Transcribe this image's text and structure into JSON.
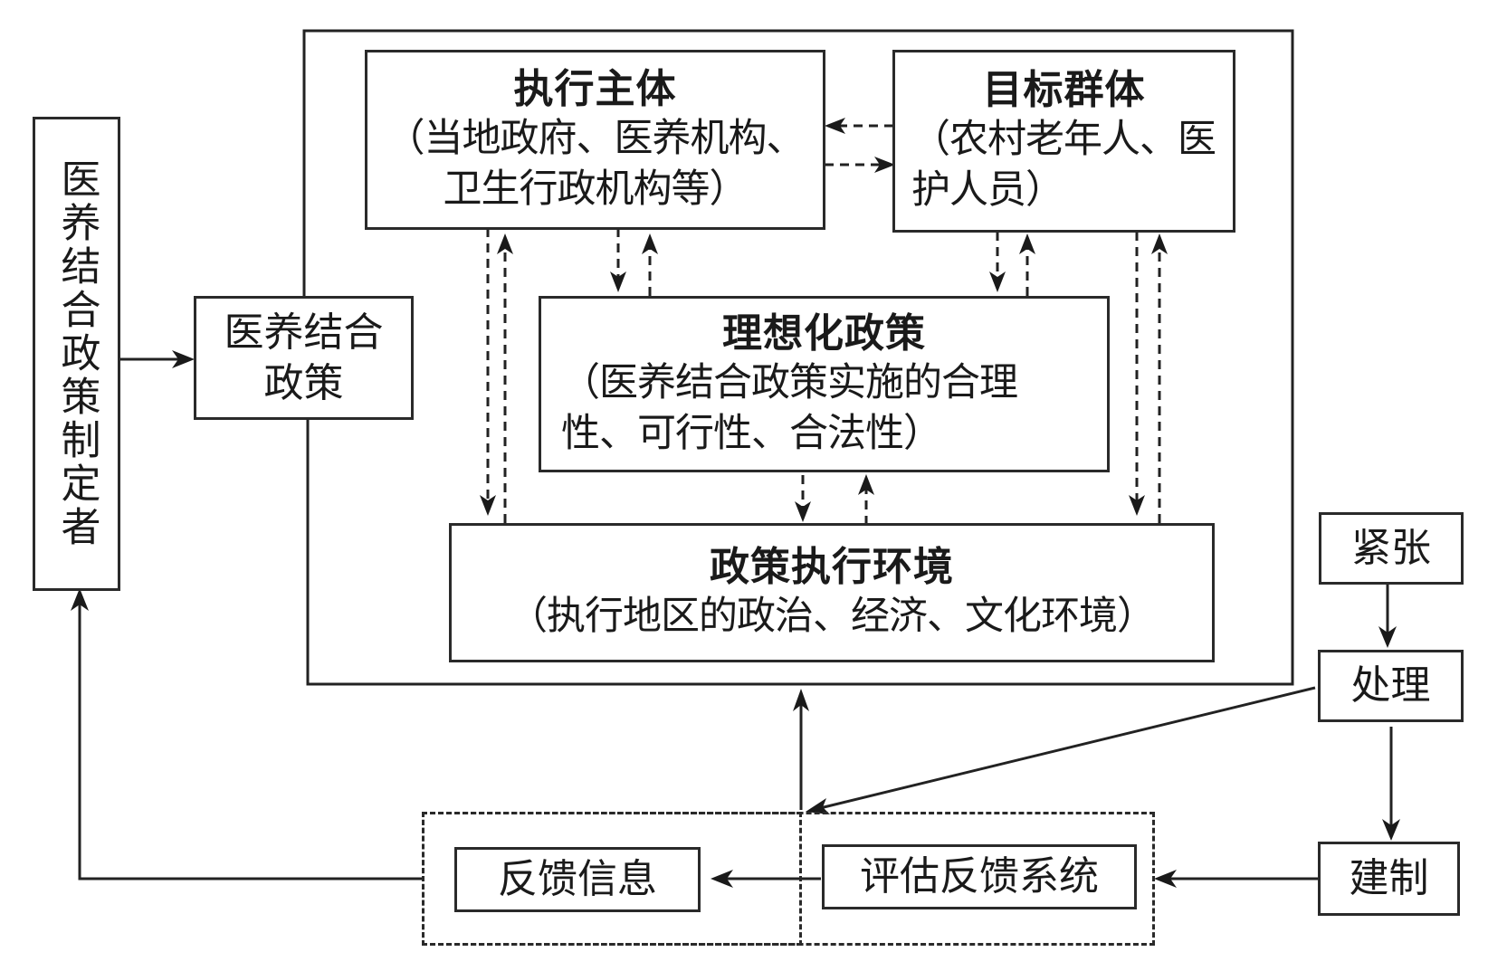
{
  "diagram": {
    "policy_maker": {
      "label": "医养结合政策制定者"
    },
    "policy": {
      "label": "医养结合政策"
    },
    "executor": {
      "title": "执行主体",
      "detail": "（当地政府、医养机构、卫生行政机构等）"
    },
    "target_group": {
      "title": "目标群体",
      "detail": "（农村老年人、医护人员）"
    },
    "idealized_policy": {
      "title": "理想化政策",
      "detail": "（医养结合政策实施的合理性、可行性、合法性）"
    },
    "environment": {
      "title": "政策执行环境",
      "detail": "（执行地区的政治、经济、文化环境）"
    },
    "tension": {
      "label": "紧张"
    },
    "handling": {
      "label": "处理"
    },
    "institution": {
      "label": "建制"
    },
    "evaluation_system": {
      "label": "评估反馈系统"
    },
    "feedback_info": {
      "label": "反馈信息"
    },
    "colors": {
      "line": "#222222",
      "background": "#ffffff"
    }
  }
}
